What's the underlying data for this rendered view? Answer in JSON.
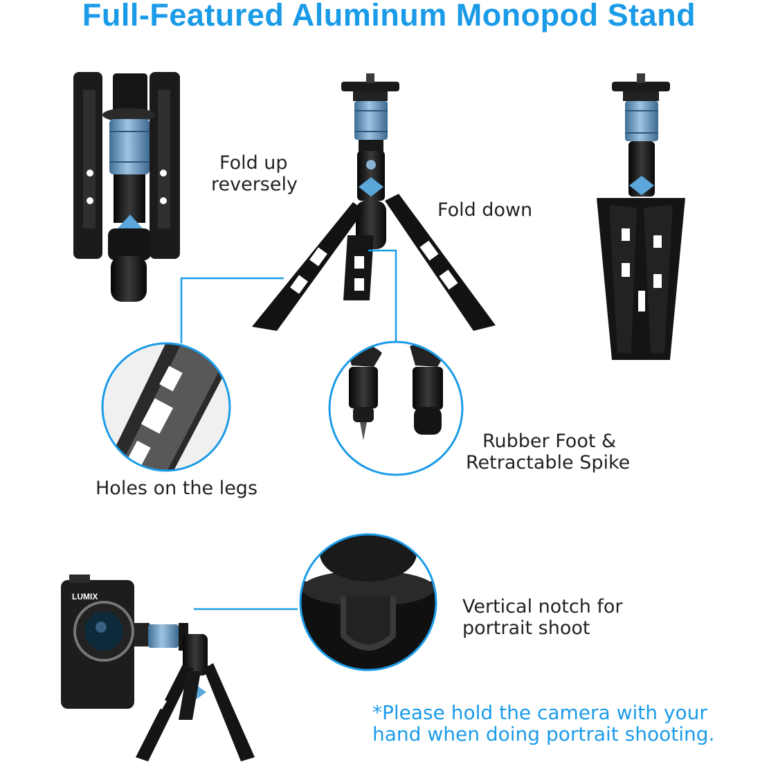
{
  "title": "Full-Featured Aluminum Monopod Stand",
  "labels": {
    "fold_up_line1": "Fold up",
    "fold_up_line2": "reversely",
    "fold_down": "Fold down",
    "holes": "Holes on the legs",
    "rubber_line1": "Rubber Foot &",
    "rubber_line2": "Retractable Spike",
    "notch_line1": "Vertical notch for",
    "notch_line2": "portrait shoot",
    "note_line1": "*Please hold the camera with your",
    "note_line2": "hand when doing portrait shooting.",
    "camera_brand": "LUMIX"
  },
  "colors": {
    "accent": "#1a9be8",
    "metal_dark": "#111111",
    "collar_blue": "#6d9cc0"
  }
}
